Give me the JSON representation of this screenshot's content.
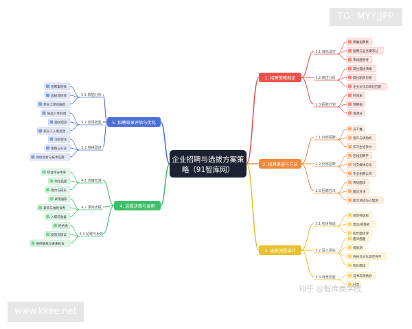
{
  "central": {
    "title_line1": "企业招聘与选拔方案策",
    "title_line2": "略（91智库网）"
  },
  "watermarks": {
    "tg": "TG: MYYJJPP",
    "site": "www.kkee.net",
    "zhihu": "知乎 @智库商学院"
  },
  "branches": [
    {
      "label": "1. 招聘策略制定",
      "color": "#e8524a",
      "subs": [
        {
          "label": "1.1 目标设定",
          "leaves": [
            "明确招聘目",
            "招聘与业务需求分",
            "市场趋势考"
          ]
        },
        {
          "label": "1.2 岗位分析",
          "leaves": [
            "岗位描述清晰",
            "岗位职责与要",
            "企业文化与岗位匹配"
          ]
        },
        {
          "label": "1.3 招聘计划",
          "leaves": [
            "时间表",
            "预算规",
            "资源分"
          ]
        }
      ]
    },
    {
      "label": "2. 招聘渠道与方法",
      "color": "#f0883a",
      "subs": [
        {
          "label": "2.1 内部招聘",
          "leaves": [
            "员工推",
            "晋升与调动机",
            "实习生培养计"
          ]
        },
        {
          "label": "2.2 外部招聘",
          "leaves": [
            "在线招聘平",
            "社交媒体与论",
            "专业招聘公司"
          ]
        },
        {
          "label": "2.3 招聘方法",
          "leaves": [
            "传统面试",
            "面试方法",
            "能力测试与心理测"
          ]
        }
      ]
    },
    {
      "label": "3. 选拔流程设计",
      "color": "#e8c22e",
      "subs": [
        {
          "label": "3.1 初步筛选",
          "leaves": [
            "简历筛选标",
            "电话/视频初",
            "初步面试评"
          ]
        },
        {
          "label": "3.2 深入评估",
          "leaves": [
            "面对面面",
            "技能测",
            "性格与文化适应性评",
            "团队面试"
          ]
        },
        {
          "label": "3.3 背景调查",
          "leaves": [
            "证书与资格验",
            "社交"
          ]
        }
      ]
    },
    {
      "label": "4. 选拔决策与录用",
      "color": "#3fbf6a",
      "subs": [
        {
          "label": "4.1 决策标准",
          "leaves": [
            "综合评分体系",
            "岗位匹配",
            "潜力与成长"
          ]
        },
        {
          "label": "4.2 录用流程",
          "leaves": [
            "录用通知",
            "薪资与福利谈判",
            "入职前准备"
          ]
        },
        {
          "label": "4.3 招聘与反馈",
          "leaves": [
            "拒绝通",
            "反馈与建议",
            "维持联系与未来机会"
          ]
        }
      ]
    },
    {
      "label": "5. 招聘效果评估与优化",
      "color": "#4a6fd8",
      "subs": [
        {
          "label": "5.1 数据分析",
          "leaves": [
            "招聘渠道效",
            "选拔流程效",
            "新员工绩效跟踪"
          ]
        },
        {
          "label": "5.2 反馈收集",
          "leaves": [
            "候选人体验调",
            "面试官反",
            "新员工入职反馈"
          ]
        },
        {
          "label": "5.3 持续改进",
          "leaves": [
            "流程优化",
            "策略与方法",
            "持续创新与技术应用"
          ]
        }
      ]
    }
  ]
}
